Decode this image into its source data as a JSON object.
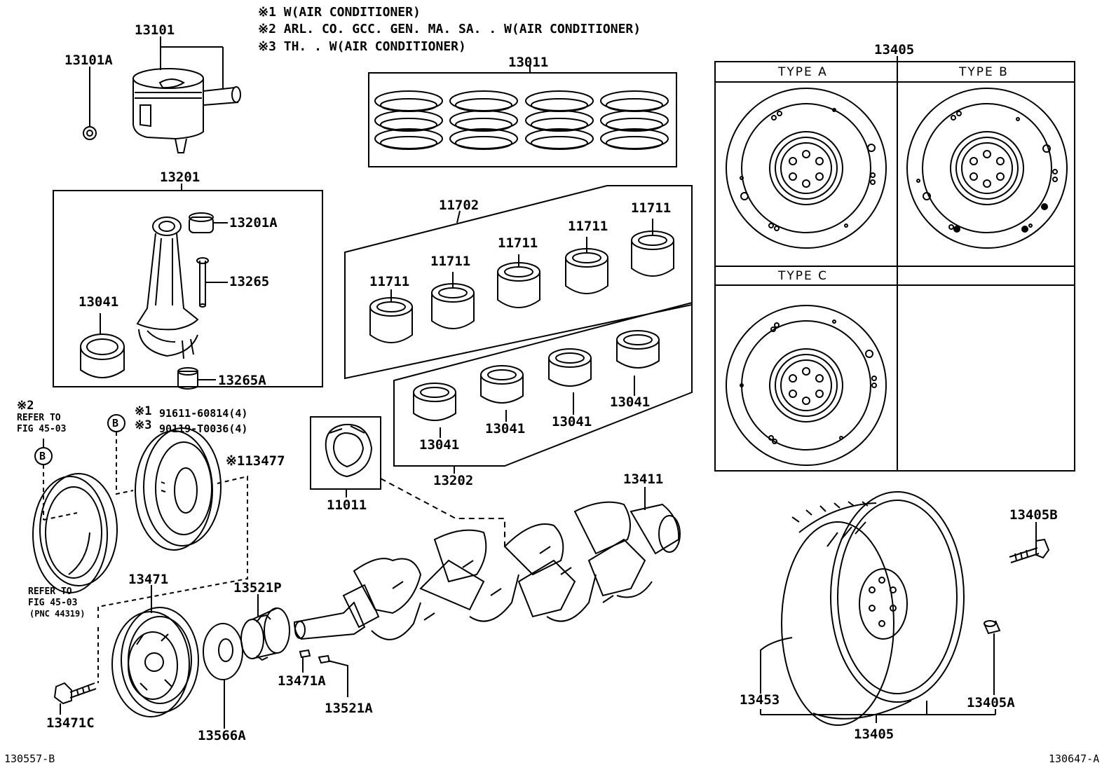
{
  "notes": {
    "n1": "※1 W(AIR CONDITIONER)",
    "n2": "※2 ARL. CO. GCC. GEN. MA. SA. . W(AIR CONDITIONER)",
    "n3": "※3 TH. . W(AIR CONDITIONER)"
  },
  "parts": {
    "p13101": "13101",
    "p13101A": "13101A",
    "p13011": "13011",
    "p13405_top": "13405",
    "p13201": "13201",
    "p13201A": "13201A",
    "p13265": "13265",
    "p13041_rod": "13041",
    "p13265A": "13265A",
    "p11702": "11702",
    "p11711_1": "11711",
    "p11711_2": "11711",
    "p11711_3": "11711",
    "p11711_4": "11711",
    "p11711_5": "11711",
    "p13041_1": "13041",
    "p13041_2": "13041",
    "p13041_3": "13041",
    "p13041_4": "13041",
    "p13202": "13202",
    "p11011": "11011",
    "p13411": "13411",
    "p13477": "※113477",
    "bolt1": "91611-60814(4)",
    "bolt2": "90119-T0036(4)",
    "mark1": "※1",
    "mark3": "※3",
    "circB": "B",
    "circB2": "B",
    "p13471": "13471",
    "p13521P": "13521P",
    "p13471A": "13471A",
    "p13521A": "13521A",
    "p13566A": "13566A",
    "p13471C": "13471C",
    "p13405B": "13405B",
    "p13453": "13453",
    "p13405A": "13405A",
    "p13405_bot": "13405"
  },
  "refs": {
    "mark2": "※2",
    "ref_top_1": "REFER TO",
    "ref_top_2": "FIG 45-03",
    "ref_bot_1": "REFER TO",
    "ref_bot_2": "FIG 45-03",
    "ref_bot_3": "(PNC 44319)"
  },
  "types": {
    "a": "TYPE A",
    "b": "TYPE B",
    "c": "TYPE C"
  },
  "footer": {
    "left": "130557-B",
    "right": "130647-A"
  }
}
